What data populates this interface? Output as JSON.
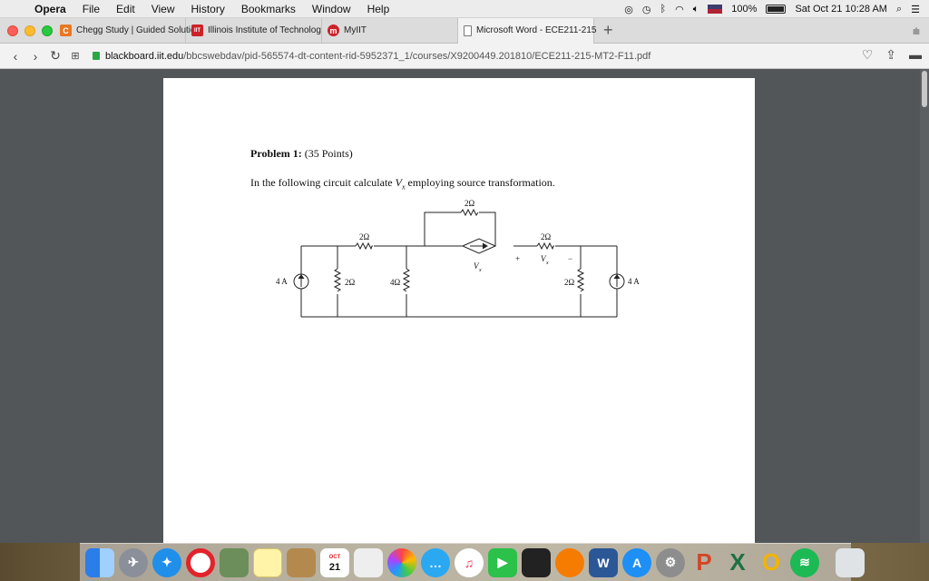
{
  "menubar": {
    "app": "Opera",
    "items": [
      "File",
      "Edit",
      "View",
      "History",
      "Bookmarks",
      "Window",
      "Help"
    ],
    "battery": "100%",
    "clock": "Sat Oct 21  10:28 AM"
  },
  "tabs": [
    {
      "label": "Chegg Study | Guided Solutic",
      "icon": "C",
      "color": "#e87722"
    },
    {
      "label": "Illinois Institute of Technolog",
      "icon": "IIT",
      "color": "#cc2229"
    },
    {
      "label": "MyIIT",
      "icon": "m",
      "color": "#cc2229"
    },
    {
      "label": "Microsoft Word - ECE211-215",
      "icon": "doc",
      "color": "#666666"
    }
  ],
  "address": {
    "url_host": "blackboard.iit.edu",
    "url_path": "/bbcswebdav/pid-565574-dt-content-rid-5952371_1/courses/X9200449.201810/ECE211-215-MT2-F11.pdf"
  },
  "document": {
    "problem_label": "Problem 1:",
    "problem_points": "(35 Points)",
    "question_pre": "In the following circuit calculate ",
    "question_var": "V",
    "question_sub": "x",
    "question_post": " employing source transformation.",
    "circuit": {
      "r_top": "2Ω",
      "r_left_series": "2Ω",
      "r_right_series": "2Ω",
      "r_shunt_left": "2Ω",
      "r_shunt_mid": "4Ω",
      "r_shunt_right": "2Ω",
      "src_left": "4 A",
      "src_right": "4 A",
      "vx_plus": "+",
      "vx_minus": "−",
      "vx_label": "V",
      "vx_sub": "x",
      "dep_label": "V",
      "dep_sub": "x"
    }
  },
  "dock": {
    "calendar_month": "OCT",
    "calendar_day": "21"
  }
}
